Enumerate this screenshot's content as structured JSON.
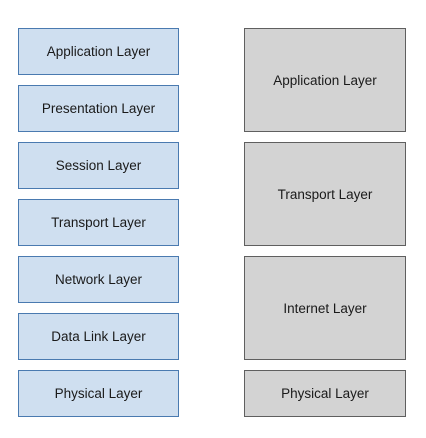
{
  "osi_model": {
    "layers": [
      {
        "label": "Application Layer"
      },
      {
        "label": "Presentation Layer"
      },
      {
        "label": "Session Layer"
      },
      {
        "label": "Transport Layer"
      },
      {
        "label": "Network Layer"
      },
      {
        "label": "Data Link Layer"
      },
      {
        "label": "Physical Layer"
      }
    ],
    "fill_color": "#cfdff0",
    "border_color": "#4a7ab0"
  },
  "tcpip_model": {
    "layers": [
      {
        "label": "Application Layer"
      },
      {
        "label": "Transport Layer"
      },
      {
        "label": "Internet Layer"
      },
      {
        "label": "Physical Layer"
      }
    ],
    "fill_color": "#d3d3d3",
    "border_color": "#5f5f5f"
  }
}
